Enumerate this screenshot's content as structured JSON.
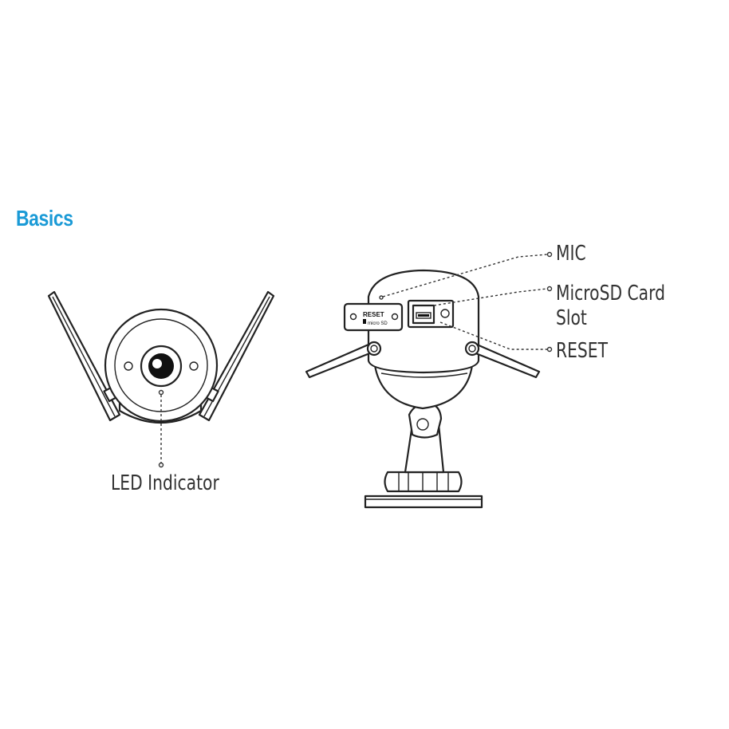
{
  "header": {
    "title": "Basics"
  },
  "front_view": {
    "labels": {
      "led_indicator": "LED Indicator"
    }
  },
  "side_view": {
    "labels": {
      "mic": "MIC",
      "microsd_line1": "MicroSD Card",
      "microsd_line2": "Slot",
      "reset": "RESET"
    },
    "panel": {
      "reset_text": "RESET",
      "microsd_text": "micro SD"
    }
  },
  "colors": {
    "title": "#1a9ad6",
    "line_art": "#222222",
    "label_text": "#333333"
  }
}
